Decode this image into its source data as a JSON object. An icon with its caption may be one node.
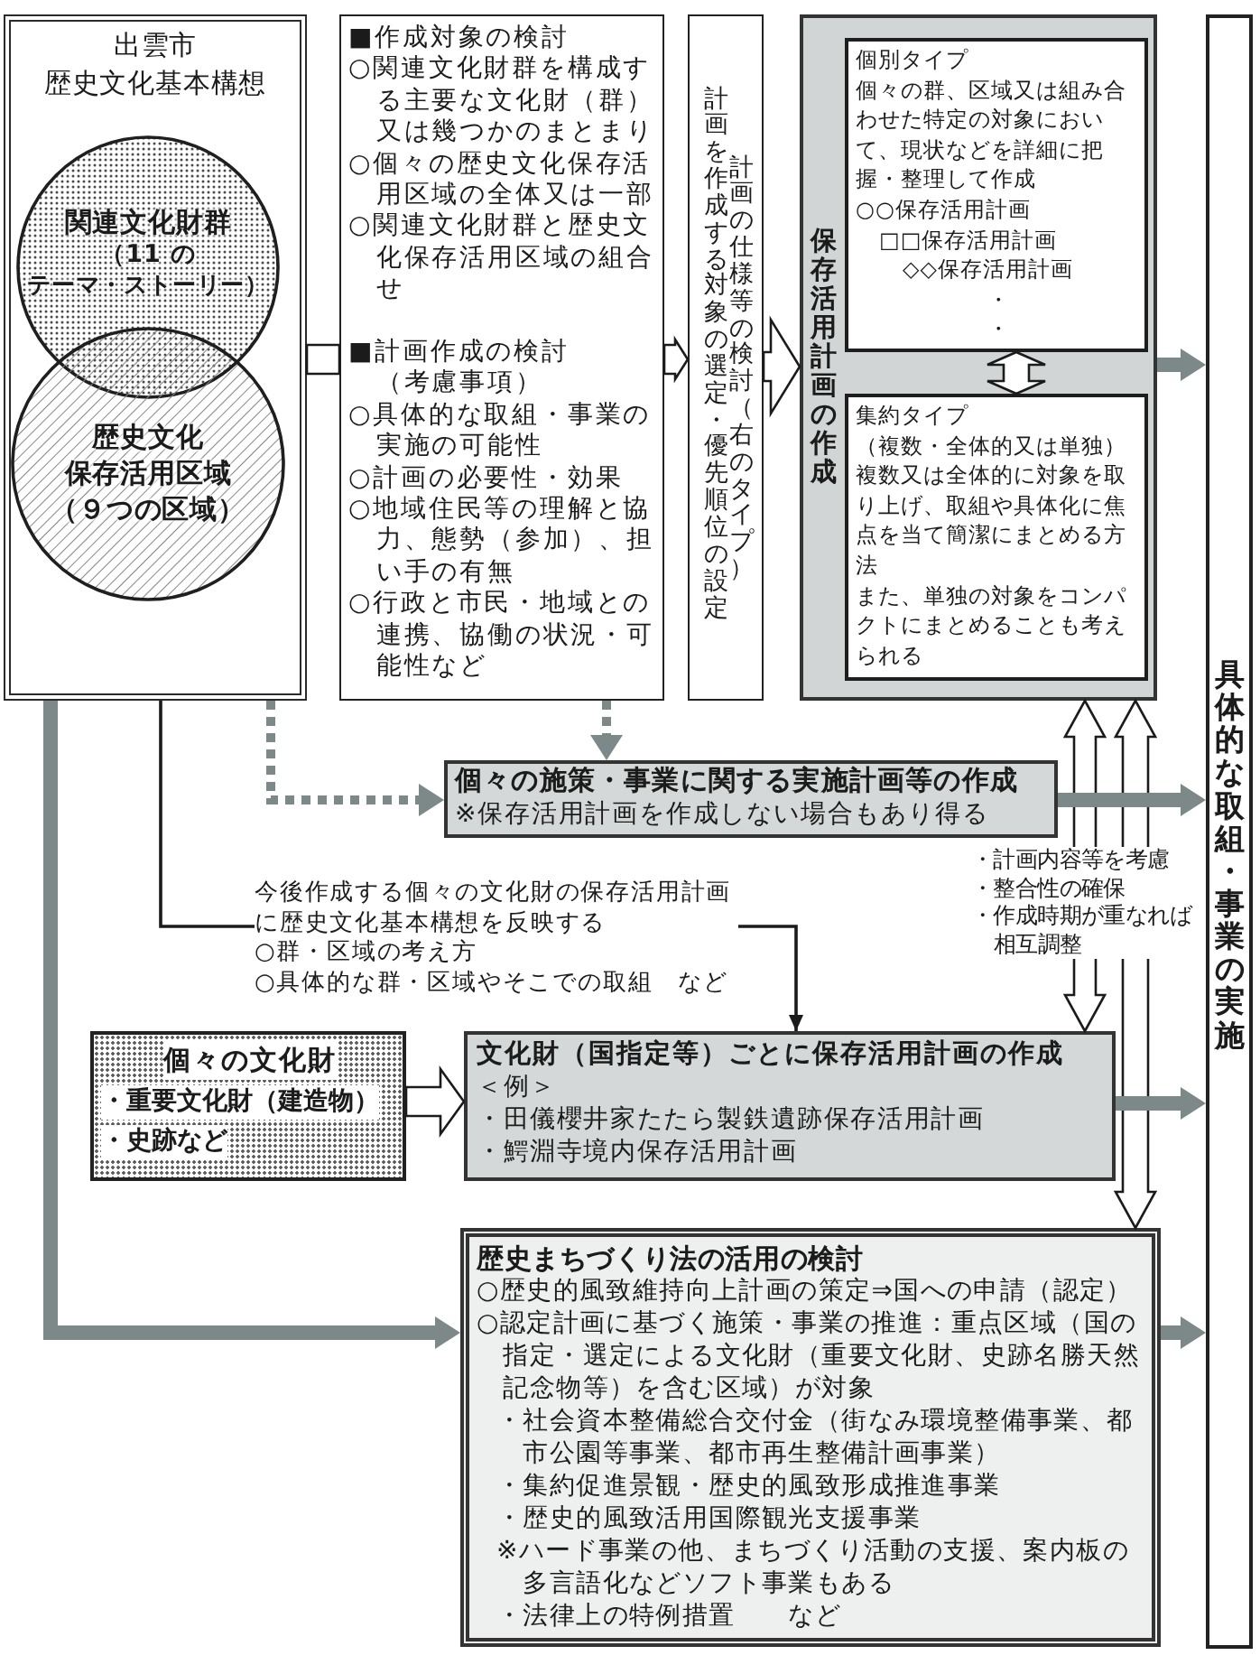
{
  "diagram": {
    "nodes": [
      {
        "text": [
          "出雲市",
          "歴史文化基本構想"
        ]
      },
      {
        "text": [
          "関連文化財群",
          "（11 の",
          "テーマ・ストーリー）"
        ],
        "in": 0
      },
      {
        "text": [
          "歴史文化",
          "保存活用区域",
          "（９つの区域）"
        ],
        "in": 0
      },
      {
        "text": [
          "■作成対象の検討",
          "○関連文化財群を構成する主要な文化財（群）又は幾つかのまとまり",
          "○個々の歴史文化保存活用区域の全体又は一部",
          "○関連文化財群と歴史文化保存活用区域の組合せ",
          "■計画作成の検討",
          "（考慮事項）",
          "○具体的な取組・事業の実施の可能性",
          "○計画の必要性・効果",
          "○地域住民等の理解と協力、態勢（参加）、担い手の有無",
          "○行政と市民・地域との連携、協働の状況・可能性など"
        ]
      },
      {
        "text": [
          "計画を作成する対象の選定・優先順位の設定",
          "計画の仕様等の検討（右のタイプ）"
        ]
      },
      {
        "text": [
          "保存活用計画の作成"
        ]
      },
      {
        "text": [
          "個別タイプ",
          "個々の群、区域又は組み合わせた特定の対象において、現状などを詳細に把握・整理して作成",
          "○○保存活用計画",
          "□□保存活用計画",
          "◇◇保存活用計画",
          "・",
          "・"
        ],
        "in": 5
      },
      {
        "text": [
          "集約タイプ",
          "（複数・全体的又は単独）",
          "複数又は全体的に対象を取り上げ、取組や具体化に焦点を当て簡潔にまとめる方法",
          "また、単独の対象をコンパクトにまとめることも考えられる"
        ],
        "in": 5
      },
      {
        "text": [
          "具体的な取組・事業の実施"
        ]
      },
      {
        "text": [
          "個々の施策・事業に関する実施計画等の作成",
          "※保存活用計画を作成しない場合もあり得る"
        ]
      },
      {
        "text": [
          "今後作成する個々の文化財の保存活用計画に歴史文化基本構想を反映する",
          "○群・区域の考え方",
          "○具体的な群・区域やそこでの取組　など"
        ]
      },
      {
        "text": [
          "個々の文化財",
          "・重要文化財（建造物）",
          "・史跡など"
        ]
      },
      {
        "text": [
          "文化財（国指定等）ごとに保存活用計画の作成",
          "＜例＞",
          "・田儀櫻井家たたら製鉄遺跡保存活用計画",
          "・鰐淵寺境内保存活用計画"
        ]
      },
      {
        "text": [
          "歴史まちづくり法の活用の検討",
          "○歴史的風致維持向上計画の策定⇒国への申請（認定）",
          "○認定計画に基づく施策・事業の推進：重点区域（国の指定・選定による文化財（重要文化財、史跡名勝天然記念物等）を含む区域）が対象",
          "・社会資本整備総合交付金（街なみ環境整備事業、都市公園等事業、都市再生整備計画事業）",
          "・集約促進景観・歴史的風致形成推進事業",
          "・歴史的風致活用国際観光支援事業",
          "※ハード事業の他、まちづくり活動の支援、案内板の多言語化などソフト事業もある",
          "・法律上の特例措置　　など"
        ]
      }
    ],
    "edges": [
      {
        "from": 0,
        "to": 3,
        "arrow": "none",
        "style": "thick",
        "color": "#1b1b1b"
      },
      {
        "from": 3,
        "to": 4,
        "arrow": "to",
        "style": "thick",
        "color": "#1b1b1b"
      },
      {
        "from": 4,
        "to": 5,
        "arrow": "to",
        "style": "thick",
        "color": "#1b1b1b"
      },
      {
        "from": 6,
        "to": 7,
        "arrow": "both",
        "style": "thick",
        "color": "#1b1b1b"
      },
      {
        "from": 5,
        "to": 8,
        "arrow": "to",
        "style": "thick",
        "color": "#7d8888"
      },
      {
        "from": 0,
        "to": 9,
        "arrow": "to",
        "style": "dashed",
        "color": "#7d8888"
      },
      {
        "from": 3,
        "to": 9,
        "arrow": "to",
        "style": "dashed",
        "color": "#7d8888"
      },
      {
        "from": 9,
        "to": 8,
        "arrow": "to",
        "style": "thick",
        "color": "#7d8888"
      },
      {
        "from": 5,
        "to": 12,
        "arrow": "both",
        "style": "thick",
        "color": "#1b1b1b"
      },
      {
        "from": 5,
        "to": 13,
        "arrow": "both",
        "style": "thick",
        "color": "#1b1b1b"
      },
      {
        "from": 0,
        "to": 10,
        "arrow": "none",
        "color": "#1b1b1b"
      },
      {
        "from": 10,
        "to": 12,
        "arrow": "to",
        "color": "#1b1b1b"
      },
      {
        "from": 11,
        "to": 12,
        "arrow": "to",
        "style": "thick",
        "color": "#1b1b1b"
      },
      {
        "from": 12,
        "to": 8,
        "arrow": "to",
        "style": "thick",
        "color": "#7d8888"
      },
      {
        "from": 0,
        "to": 13,
        "arrow": "to",
        "style": "thick",
        "color": "#7d8888"
      },
      {
        "from": 13,
        "to": 8,
        "arrow": "to",
        "style": "thick",
        "color": "#7d8888"
      }
    ],
    "labels": [
      "・計画内容等を考慮",
      "・整合性の確保",
      "・作成時期が重なれば相互調整"
    ]
  }
}
